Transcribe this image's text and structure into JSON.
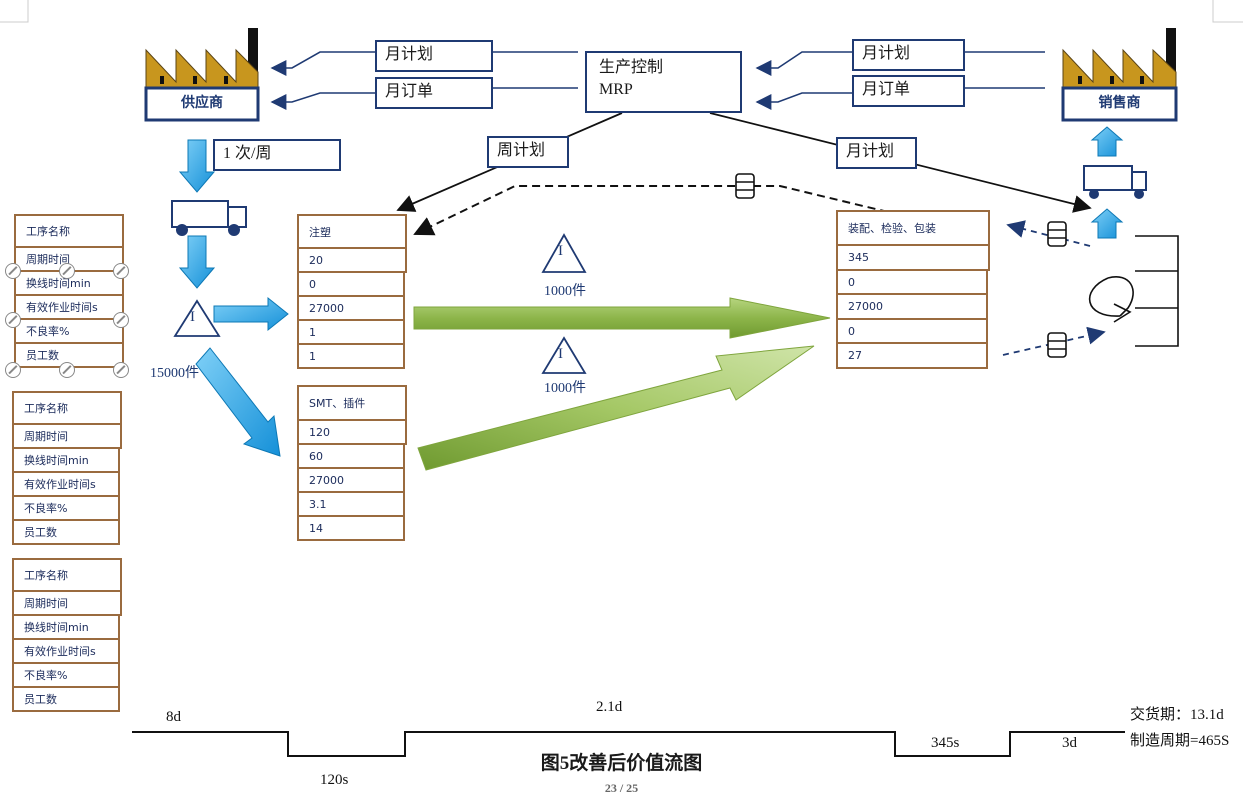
{
  "supplier": {
    "label": "供应商"
  },
  "dealer": {
    "label": "销售商"
  },
  "control": {
    "line1": "生产控制",
    "line2": "MRP"
  },
  "info_boxes": {
    "left_monthly_plan": "月计划",
    "left_monthly_order": "月订单",
    "right_monthly_plan": "月计划",
    "right_monthly_order": "月订单",
    "weekly_plan": "周计划",
    "monthly_plan_mid": "月计划",
    "frequency": "1 次/周"
  },
  "inventory": {
    "main": "15000件",
    "upper": "1000件",
    "lower": "1000件",
    "symbol": "I"
  },
  "legend_boxes": [
    {
      "rows": [
        "工序名称",
        "周期时间",
        "换线时间min",
        "有效作业时间s",
        "不良率%",
        "员工数"
      ]
    },
    {
      "rows": [
        "工序名称",
        "周期时间",
        "换线时间min",
        "有效作业时间s",
        "不良率%",
        "员工数"
      ]
    },
    {
      "rows": [
        "工序名称",
        "周期时间",
        "换线时间min",
        "有效作业时间s",
        "不良率%",
        "员工数"
      ]
    }
  ],
  "process_injection": {
    "rows": [
      "注塑",
      "20",
      "0",
      "27000",
      "1",
      "1"
    ]
  },
  "process_smt": {
    "rows": [
      "SMT、插件",
      "120",
      "60",
      "27000",
      "3.1",
      "14"
    ]
  },
  "process_assembly": {
    "rows": [
      "装配、检验、包装",
      "345",
      "0",
      "27000",
      "0",
      "27"
    ]
  },
  "timeline": {
    "t1": "8d",
    "t2": "2.1d",
    "t3": "120s",
    "t4": "345s",
    "t5": "3d",
    "delivery": "交货期：13.1d",
    "cycle": "制造周期=465S"
  },
  "caption": "图5改善后价值流图",
  "page_number": "23 / 25",
  "colors": {
    "navy": "#1f3a73",
    "factory_gold": "#c8961e",
    "brown_border": "#9a6b3f",
    "blue_arrow": "#1fa3e6",
    "green_arrow": "#8db54a"
  }
}
